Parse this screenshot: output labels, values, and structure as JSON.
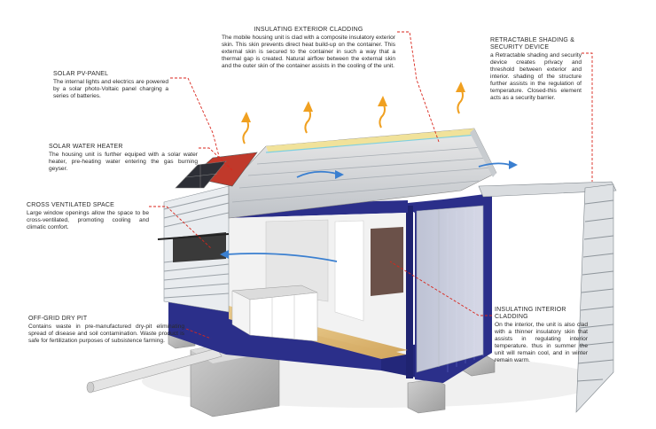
{
  "annotations": {
    "exterior_cladding": {
      "title": "INSULATING EXTERIOR CLADDING",
      "body": "The mobile housing unit is clad with a composite insulatory exterior skin. This skin prevents direct heat build-up on the container. This external skin is secured to the container in such a way that a thermal gap is created. Natural airflow between the external skin and the outer skin of the container assists in the cooling of the unit."
    },
    "retractable_shading": {
      "title": "RETRACTABLE SHADING & SECURITY DEVICE",
      "body": "a Retractable shading and security device creates privacy and threshold between exterior and interior. shading of the structure further assists in the regulation of temperature. Closed-this element acts as a security barrier."
    },
    "solar_pv": {
      "title": "SOLAR PV-PANEL",
      "body": "The internal lights and electrics are powered by a solar photo-Voltaic panel charging a series of batteries."
    },
    "solar_water": {
      "title": "SOLAR WATER HEATER",
      "body": "The housing unit is further equiped with a solar water heater, pre-heating water entering the gas burning geyser."
    },
    "cross_ventilated": {
      "title": "CROSS VENTILATED SPACE",
      "body": "Large window openings allow the space to be cross-ventilated, promoting cooling and climatic comfort."
    },
    "dry_pit": {
      "title": "OFF-GRID DRY PIT",
      "body": "Contains waste in pre-manufactured dry-pit eliminating spread of disease and soil contamination. Waste product is safe for fertilization purposes of subsistence farming."
    },
    "interior_cladding": {
      "title": "INSULATING INTERIOR CLADDING",
      "body": "On the interior, the unit is also clad with a thinner insulatory skin that assists in regulating interior temperature. thus in summer the unit will remain cool, and in winter remain warm."
    }
  },
  "colors": {
    "leader": "#d9261c",
    "container_blue": "#2b2f8a",
    "heat_arrow": "#f0a020",
    "air_arrow": "#3a7fd0",
    "solar_panel": "#c0392b",
    "concrete": "#bdbdbd"
  }
}
